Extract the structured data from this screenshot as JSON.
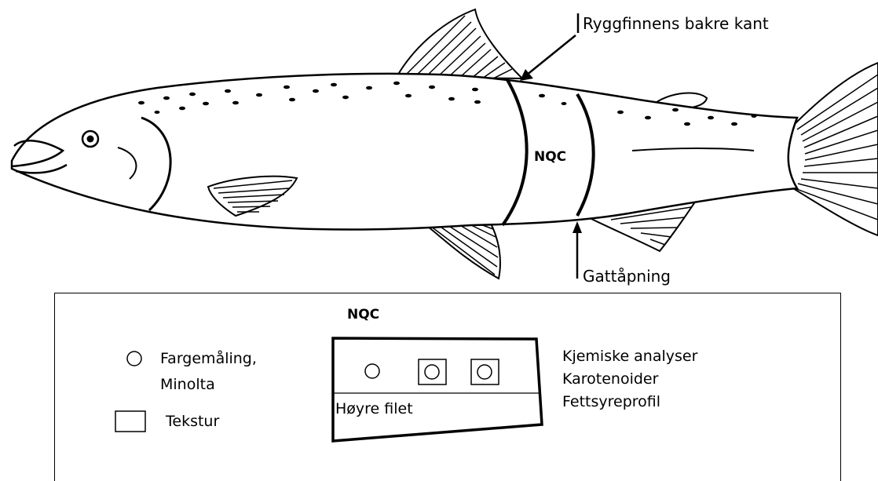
{
  "callouts": {
    "dorsal_fin_label": "Ryggfinnens bakre kant",
    "anal_opening_label": "Gattåpning"
  },
  "fish": {
    "section_label": "NQC"
  },
  "legend": {
    "title": "NQC",
    "items": [
      {
        "symbol": "circle",
        "label": "Fargemåling, Minolta",
        "line1": "Fargemåling,",
        "line2": "Minolta"
      },
      {
        "symbol": "square",
        "label": "Tekstur"
      }
    ],
    "fillet": {
      "label": "Høyre filet"
    },
    "analyses": [
      "Kjemiske analyser",
      "Karotenoider",
      "Fettsyreprofil"
    ]
  }
}
